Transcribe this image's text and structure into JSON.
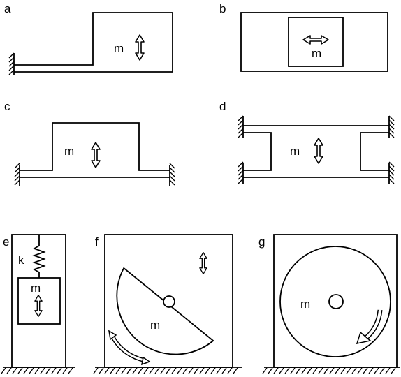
{
  "panels": {
    "a": {
      "label": "a",
      "mass": "m"
    },
    "b": {
      "label": "b",
      "mass": "m"
    },
    "c": {
      "label": "c",
      "mass": "m"
    },
    "d": {
      "label": "d",
      "mass": "m"
    },
    "e": {
      "label": "e",
      "mass": "m",
      "spring": "k"
    },
    "f": {
      "label": "f",
      "mass": "m"
    },
    "g": {
      "label": "g",
      "mass": "m"
    }
  },
  "icons": {
    "vertical_motion": "double-arrow-vertical-icon",
    "horizontal_motion": "double-arrow-horizontal-icon",
    "rotation": "curved-arrow-icon",
    "fixed_support": "wall-hatch-icon",
    "spring": "spring-icon"
  }
}
